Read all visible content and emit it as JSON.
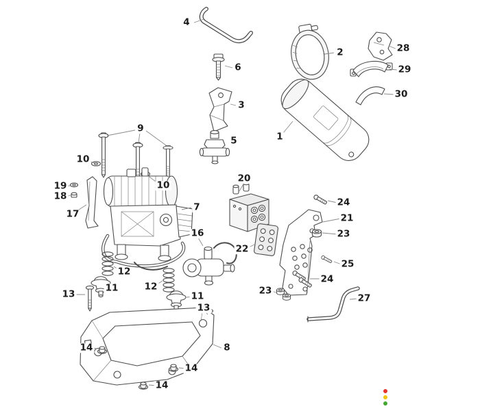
{
  "callouts": [
    {
      "label": "4"
    },
    {
      "label": "6"
    },
    {
      "label": "2"
    },
    {
      "label": "28"
    },
    {
      "label": "29"
    },
    {
      "label": "30"
    },
    {
      "label": "3"
    },
    {
      "label": "1"
    },
    {
      "label": "5"
    },
    {
      "label": "9"
    },
    {
      "label": "10"
    },
    {
      "label": "10"
    },
    {
      "label": "19"
    },
    {
      "label": "18"
    },
    {
      "label": "17"
    },
    {
      "label": "7"
    },
    {
      "label": "20"
    },
    {
      "label": "16"
    },
    {
      "label": "22"
    },
    {
      "label": "21"
    },
    {
      "label": "24"
    },
    {
      "label": "23"
    },
    {
      "label": "25"
    },
    {
      "label": "24"
    },
    {
      "label": "23"
    },
    {
      "label": "27"
    },
    {
      "label": "12"
    },
    {
      "label": "12"
    },
    {
      "label": "11"
    },
    {
      "label": "11"
    },
    {
      "label": "13"
    },
    {
      "label": "13"
    },
    {
      "label": "8"
    },
    {
      "label": "14"
    },
    {
      "label": "14"
    },
    {
      "label": "14"
    }
  ],
  "colors": {
    "background": "#ffffff",
    "line": "#4b4b4b",
    "label": "#1c1c1c",
    "leader": "#8a8a8a"
  },
  "brand_indicator": {
    "dots": [
      {
        "name": "red",
        "color": "#e5342b"
      },
      {
        "name": "yellow",
        "color": "#f0c40f"
      },
      {
        "name": "green",
        "color": "#43a832"
      }
    ]
  }
}
